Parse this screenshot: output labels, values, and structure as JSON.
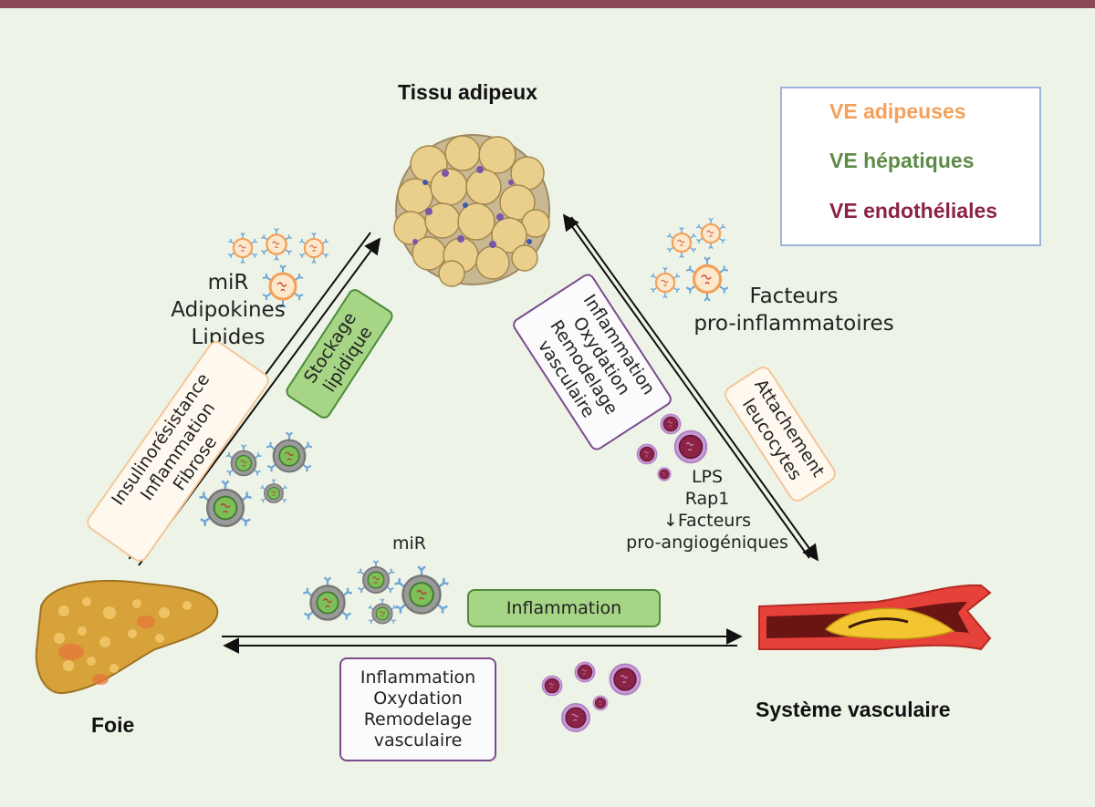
{
  "nodes": {
    "adipose": "Tissu adipeux",
    "liver": "Foie",
    "vascular": "Système vasculaire"
  },
  "legend": {
    "items": [
      {
        "label": "VE adipeuses",
        "color": "#f4a05a"
      },
      {
        "label": "VE hépatiques",
        "color": "#5e8c48"
      },
      {
        "label": "VE endothéliales",
        "color": "#8a2345"
      }
    ]
  },
  "adipose_to_liver": {
    "cargo": [
      "miR",
      "Adipokines",
      "Lipides"
    ],
    "effects": [
      "Insulinorésistance",
      "Inflammation",
      "Fibrose"
    ]
  },
  "liver_to_adipose": {
    "effect": [
      "Stockage",
      "lipidique"
    ]
  },
  "vascular_to_adipose": {
    "effects": [
      "Inflammation",
      "Oxydation",
      "Remodelage",
      "vasculaire"
    ],
    "cargo": [
      "LPS",
      "Rap1",
      "↓Facteurs",
      "pro-angiogéniques"
    ]
  },
  "adipose_to_vascular": {
    "cargo": [
      "Facteurs",
      "pro-inflammatoires"
    ],
    "effect": [
      "Attachement",
      "leucocytes"
    ]
  },
  "liver_to_vascular": {
    "cargo": "miR",
    "effect": "Inflammation"
  },
  "vascular_to_liver": {
    "effects": [
      "Inflammation",
      "Oxydation",
      "Remodelage",
      "vasculaire"
    ]
  }
}
